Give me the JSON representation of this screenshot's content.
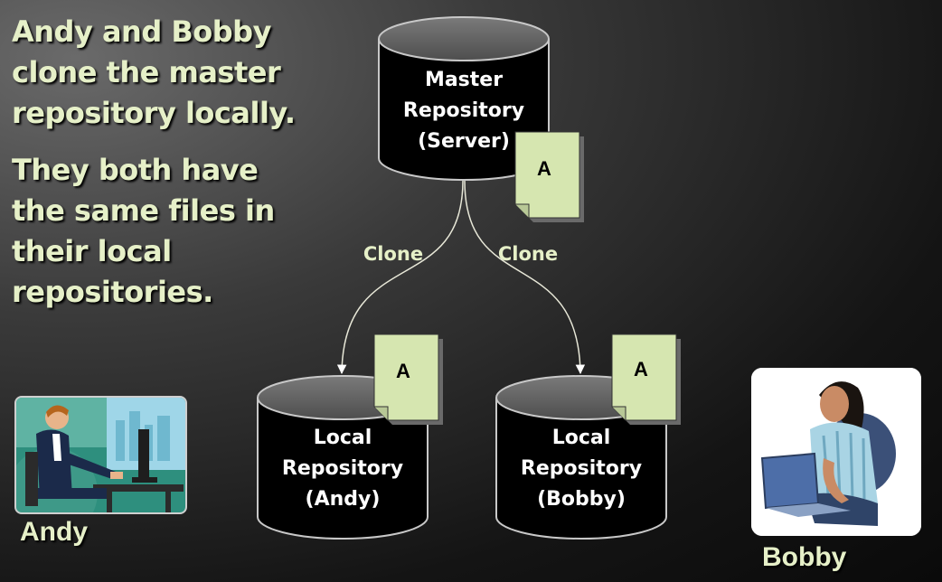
{
  "text_blocks": {
    "line1": "Andy and Bobby clone the master repository locally.",
    "line2": "They both have the same files in their local repositories."
  },
  "master": {
    "line1": "Master",
    "line2": "Repository",
    "line3": "(Server)"
  },
  "andy_repo": {
    "line1": "Local",
    "line2": "Repository",
    "line3": "(Andy)"
  },
  "bobby_repo": {
    "line1": "Local",
    "line2": "Repository",
    "line3": "(Bobby)"
  },
  "documents": {
    "master_file": "A",
    "andy_file": "A",
    "bobby_file": "A"
  },
  "edges": {
    "left": "Clone",
    "right": "Clone"
  },
  "people": {
    "andy": "Andy",
    "bobby": "Bobby"
  },
  "colors": {
    "text_accent": "#e6f0c8",
    "document_fill": "#d6e6b0",
    "cylinder_fill": "#000000",
    "cylinder_top": "#5a5a5a"
  }
}
